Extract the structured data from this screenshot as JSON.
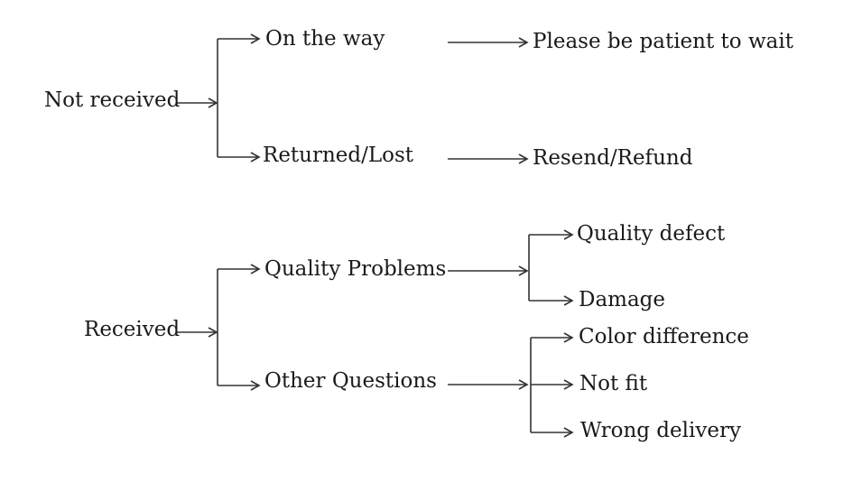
{
  "diagram": {
    "not_received": {
      "label": "Not received",
      "on_the_way": {
        "label": "On the way",
        "result": "Please be patient to wait"
      },
      "returned_lost": {
        "label": "Returned/Lost",
        "result": "Resend/Refund"
      }
    },
    "received": {
      "label": "Received",
      "quality_problems": {
        "label": "Quality Problems",
        "results": [
          "Quality defect",
          "Damage"
        ]
      },
      "other_questions": {
        "label": "Other Questions",
        "results": [
          "Color difference",
          "Not fit",
          "Wrong delivery"
        ]
      }
    }
  },
  "colors": {
    "text": "#1a1a1a",
    "lines": "#333333",
    "background": "#ffffff"
  }
}
